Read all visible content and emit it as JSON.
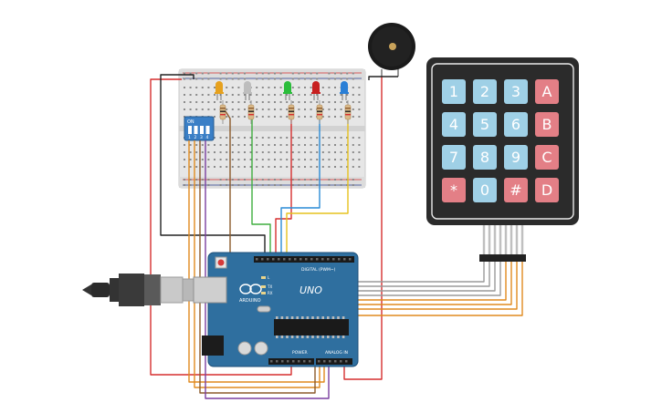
{
  "colors": {
    "background": "#ffffff",
    "breadboard": "#e6e6e6",
    "breadboard_border": "#c9c9c9",
    "arduino_board": "#2f6f9f",
    "arduino_dark": "#1f4f78",
    "keypad_body": "#2b2b2b",
    "keypad_blue": "#9fd0e6",
    "keypad_red": "#e37f86",
    "wire_red": "#d62f2f",
    "wire_black": "#222222",
    "wire_orange": "#e08a1e",
    "wire_brown": "#8b5a2b",
    "wire_green": "#3fae3f",
    "wire_blue": "#2a8bd6",
    "wire_yellow": "#e6c21e",
    "wire_purple": "#7a3fa0",
    "wire_gray": "#9a9a9a",
    "buzzer": "#1b1b1b"
  },
  "leds": [
    {
      "color": "#e6a11e",
      "icon": "led-yellow-icon"
    },
    {
      "color": "#bdbdbd",
      "icon": "led-white-icon"
    },
    {
      "color": "#2bbd3b",
      "icon": "led-green-icon"
    },
    {
      "color": "#c72020",
      "icon": "led-red-icon"
    },
    {
      "color": "#2a7fd6",
      "icon": "led-blue-icon"
    }
  ],
  "dip_switch": {
    "label_on": "ON",
    "numbers": [
      "1",
      "2",
      "3",
      "4"
    ]
  },
  "keypad": {
    "keys": [
      [
        "1",
        "2",
        "3",
        "A"
      ],
      [
        "4",
        "5",
        "6",
        "B"
      ],
      [
        "7",
        "8",
        "9",
        "C"
      ],
      [
        "*",
        "0",
        "#",
        "D"
      ]
    ]
  },
  "arduino": {
    "logo_text": "ARDUINO",
    "model_text": "UNO",
    "digital_label": "DIGITAL (PWM~)",
    "power_label": "POWER",
    "analog_label": "ANALOG IN",
    "tx_label": "TX",
    "rx_label": "RX",
    "l_label": "L"
  }
}
